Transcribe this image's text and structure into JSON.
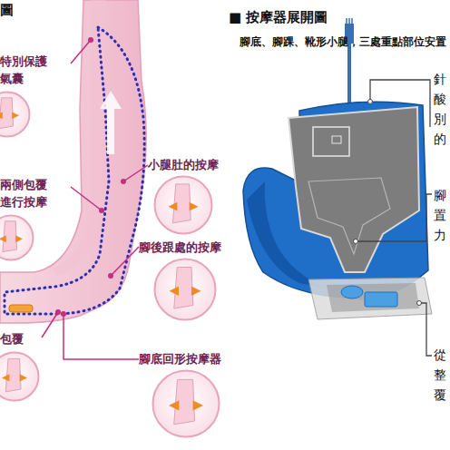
{
  "diagram": {
    "title": "■ 按摩器展開圖",
    "nodes": [
      {
        "text": [
          "特別保護 氣囊"
        ]
      },
      {
        "text": [
          "兩側包覆 進行按摩"
        ]
      },
      {
        "text": [
          "小腿肚的按摩"
        ]
      },
      {
        "text": [
          "腳後跟處的按摩"
        ]
      },
      {
        "text": [
          "包覆"
        ]
      },
      {
        "text": [
          "腳底回形按摩器"
        ]
      }
    ],
    "labels": [
      "圖",
      "腳底、腳踝、靴形小腿，三處重點部位安置",
      "針 酸 別 的",
      "腳 置 力",
      "從 整 覆"
    ]
  }
}
